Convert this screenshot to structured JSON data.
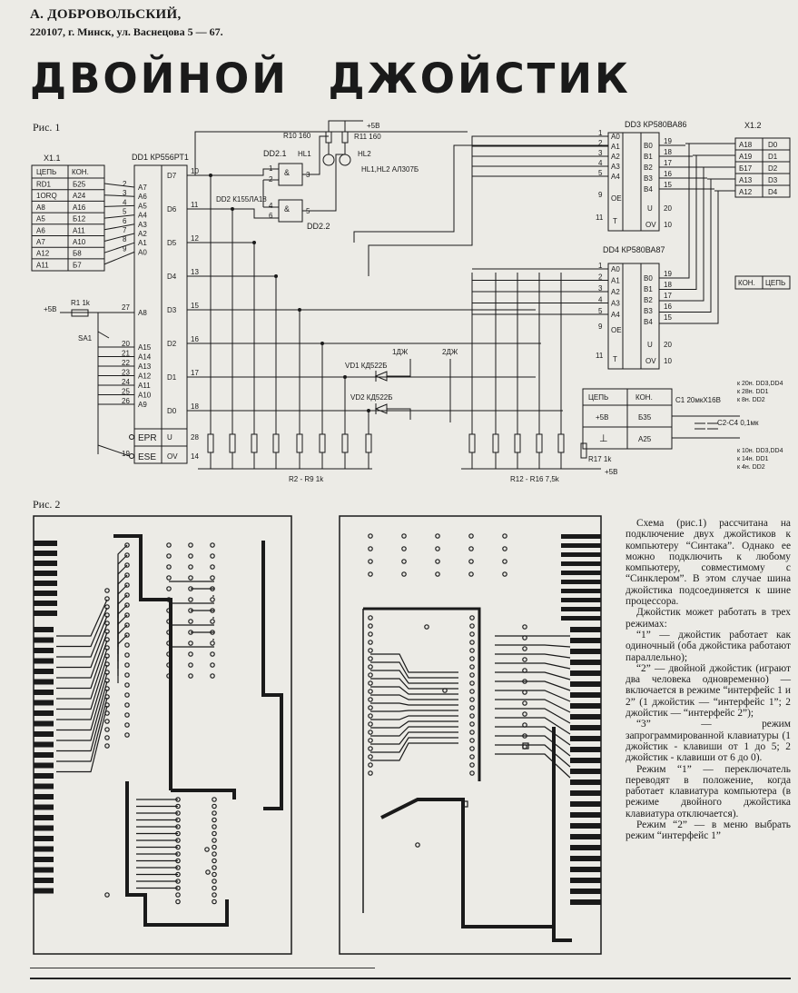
{
  "header": {
    "author": "А. ДОБРОВОЛЬСКИЙ,",
    "address": "220107, г. Минск, ул. Васнецова 5 — 67.",
    "title": "ДВОЙНОЙ ДЖОЙСТИК"
  },
  "figures": {
    "fig1_label": "Рис. 1",
    "fig2_label": "Рис. 2"
  },
  "schematic": {
    "x11": {
      "title": "X1.1",
      "col1": "ЦЕПЬ",
      "col2": "КОН.",
      "rows": [
        [
          "RD1",
          "Б25"
        ],
        [
          "1ORQ",
          "А24"
        ],
        [
          "А8",
          "А16"
        ],
        [
          "А5",
          "Б12"
        ],
        [
          "А6",
          "А11"
        ],
        [
          "А7",
          "А10"
        ],
        [
          "А12",
          "Б8"
        ],
        [
          "А11",
          "Б7"
        ]
      ]
    },
    "dd1": {
      "label": "DD1 КР556РТ1",
      "left_pins": [
        "A7",
        "A6",
        "A5",
        "A4",
        "A3",
        "A2",
        "A1",
        "A0"
      ],
      "left_nums": [
        "2",
        "3",
        "4",
        "5",
        "6",
        "7",
        "8",
        "9"
      ],
      "a8": "A8",
      "a8_num": "27",
      "hi_pins": [
        "A15",
        "A14",
        "A13",
        "A12",
        "A11",
        "A10",
        "A9"
      ],
      "hi_nums": [
        "20",
        "21",
        "22",
        "23",
        "24",
        "25",
        "26"
      ],
      "epr": "EPR",
      "epr_num": "",
      "ese": "ESE",
      "ese_num": "19",
      "right_pins": [
        "D7",
        "D6",
        "D5",
        "D4",
        "D3",
        "D2",
        "D1",
        "D0"
      ],
      "right_nums": [
        "10",
        "11",
        "12",
        "13",
        "15",
        "16",
        "17",
        "18"
      ],
      "u": "U",
      "u_num": "28",
      "ov": "OV",
      "ov_num": "14"
    },
    "dd2": {
      "label1": "DD2.1",
      "label2": "DD2 К155ЛА18",
      "label3": "DD2.2",
      "gate_symbol": "&",
      "pins": [
        "1",
        "2",
        "3",
        "4",
        "5",
        "6"
      ]
    },
    "r10": "R10 160",
    "r11": "R11 160",
    "hl1": "HL1",
    "hl2": "HL2",
    "hl_note": "HL1,HL2 АЛ307Б",
    "plus5": "+5В",
    "r1": "R1 1k",
    "sa1": "SA1",
    "r2r9": "R2 - R9 1k",
    "r12r16": "R12 - R16 7,5k",
    "r17": "R17 1k",
    "vd1": "VD1 КД522Б",
    "vd2": "VD2 КД522Б",
    "j1": "1ДЖ",
    "j2": "2ДЖ",
    "dd3": {
      "label": "DD3 КР580ВА86",
      "in_pins": [
        "A0",
        "A1",
        "A2",
        "A3",
        "A4"
      ],
      "in_nums": [
        "1",
        "2",
        "3",
        "4",
        "5"
      ],
      "oe": "OE",
      "oe_num": "9",
      "t": "T",
      "t_num": "11",
      "out_pins": [
        "B0",
        "B1",
        "B2",
        "B3",
        "B4"
      ],
      "out_nums": [
        "19",
        "18",
        "17",
        "16",
        "15"
      ],
      "u": "U",
      "u_num": "20",
      "ov": "OV",
      "ov_num": "10"
    },
    "dd4": {
      "label": "DD4 КР580ВА87",
      "in_pins": [
        "A0",
        "A1",
        "A2",
        "A3",
        "A4"
      ],
      "in_nums": [
        "1",
        "2",
        "3",
        "4",
        "5"
      ],
      "oe": "OE",
      "oe_num": "9",
      "t": "T",
      "t_num": "11",
      "out_pins": [
        "B0",
        "B1",
        "B2",
        "B3",
        "B4"
      ],
      "out_nums": [
        "19",
        "18",
        "17",
        "16",
        "15"
      ],
      "u": "U",
      "u_num": "20",
      "ov": "OV",
      "ov_num": "10"
    },
    "x12": {
      "title": "X1.2",
      "col1": "КОН.",
      "col2": "ЦЕПЬ",
      "rows": [
        [
          "А18",
          "D0"
        ],
        [
          "А19",
          "D1"
        ],
        [
          "Б17",
          "D2"
        ],
        [
          "А13",
          "D3"
        ],
        [
          "А12",
          "D4"
        ]
      ]
    },
    "power": {
      "col1": "ЦЕПЬ",
      "col2": "КОН.",
      "rows": [
        [
          "+5В",
          "Б35"
        ],
        [
          "⊥",
          "А25"
        ]
      ]
    },
    "c1": "C1 20мкХ16В",
    "c2c4": "C2-C4 0,1мк",
    "notes_top": [
      "к 20н. DD3,DD4",
      "к 28н. DD1",
      "к 8н. DD2"
    ],
    "notes_bottom": [
      "к 10н. DD3,DD4",
      "к 14н. DD1",
      "к 4н. DD2"
    ]
  },
  "article": {
    "paragraphs": [
      "Схема (рис.1) рассчитана на подключение двух джойстиков к компьютеру “Синтака”. Однако ее можно подключить к любому компьютеру, совместимому с “Синклером”. В этом случае шина джойстика подсоединяется к шине процессора.",
      "Джойстик может работать в трех режимах:",
      "“1” — джойстик работает как одиночный (оба джойстика работают параллельно);",
      "“2” — двойной джойстик (играют два человека одновременно) — включается в режиме “интерфейс 1 и 2” (1 джойстик — “интерфейс 1”; 2 джойстик — “интерфейс 2”);",
      "“3” — режим запрограммированной клавиатуры (1 джойстик - клавиши от 1 до 5; 2 джойстик - клавиши от 6 до 0).",
      "Режим “1” — переключатель переводят в положение, когда работает клавиатура компьютера (в режиме двойного джойстика клавиатура отключается).",
      "Режим “2” — в меню выбрать режим “интерфейс 1”"
    ]
  }
}
